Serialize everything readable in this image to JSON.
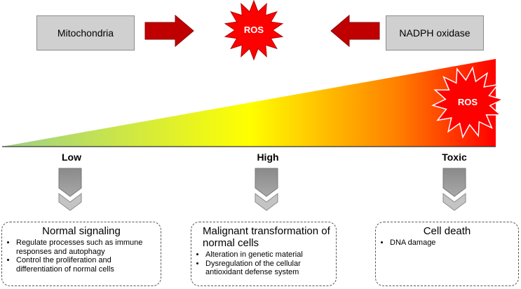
{
  "sources": {
    "left": "Mitochondria",
    "right": "NADPH oxidase",
    "center": "ROS"
  },
  "gradient_label": "ROS",
  "levels": [
    {
      "label": "Low"
    },
    {
      "label": "High"
    },
    {
      "label": "Toxic"
    }
  ],
  "outcomes": [
    {
      "title": "Normal signaling",
      "bullets": [
        "Regulate processes such as immune responses and autophagy",
        "Control the proliferation and differentiation of normal cells"
      ]
    },
    {
      "title": "Malignant transformation of normal cells",
      "bullets": [
        "Alteration in genetic material",
        "Dysregulation of the cellular antioxidant defense system"
      ]
    },
    {
      "title": "Cell death",
      "bullets": [
        "DNA damage"
      ]
    }
  ],
  "colors": {
    "arrow_red": "#c00000",
    "star_red": "#ff0000",
    "gradient_start": "#9ccf8a",
    "gradient_mid": "#ffff00",
    "gradient_end": "#ff0000",
    "chevron_gray": "#8f8f8f"
  }
}
